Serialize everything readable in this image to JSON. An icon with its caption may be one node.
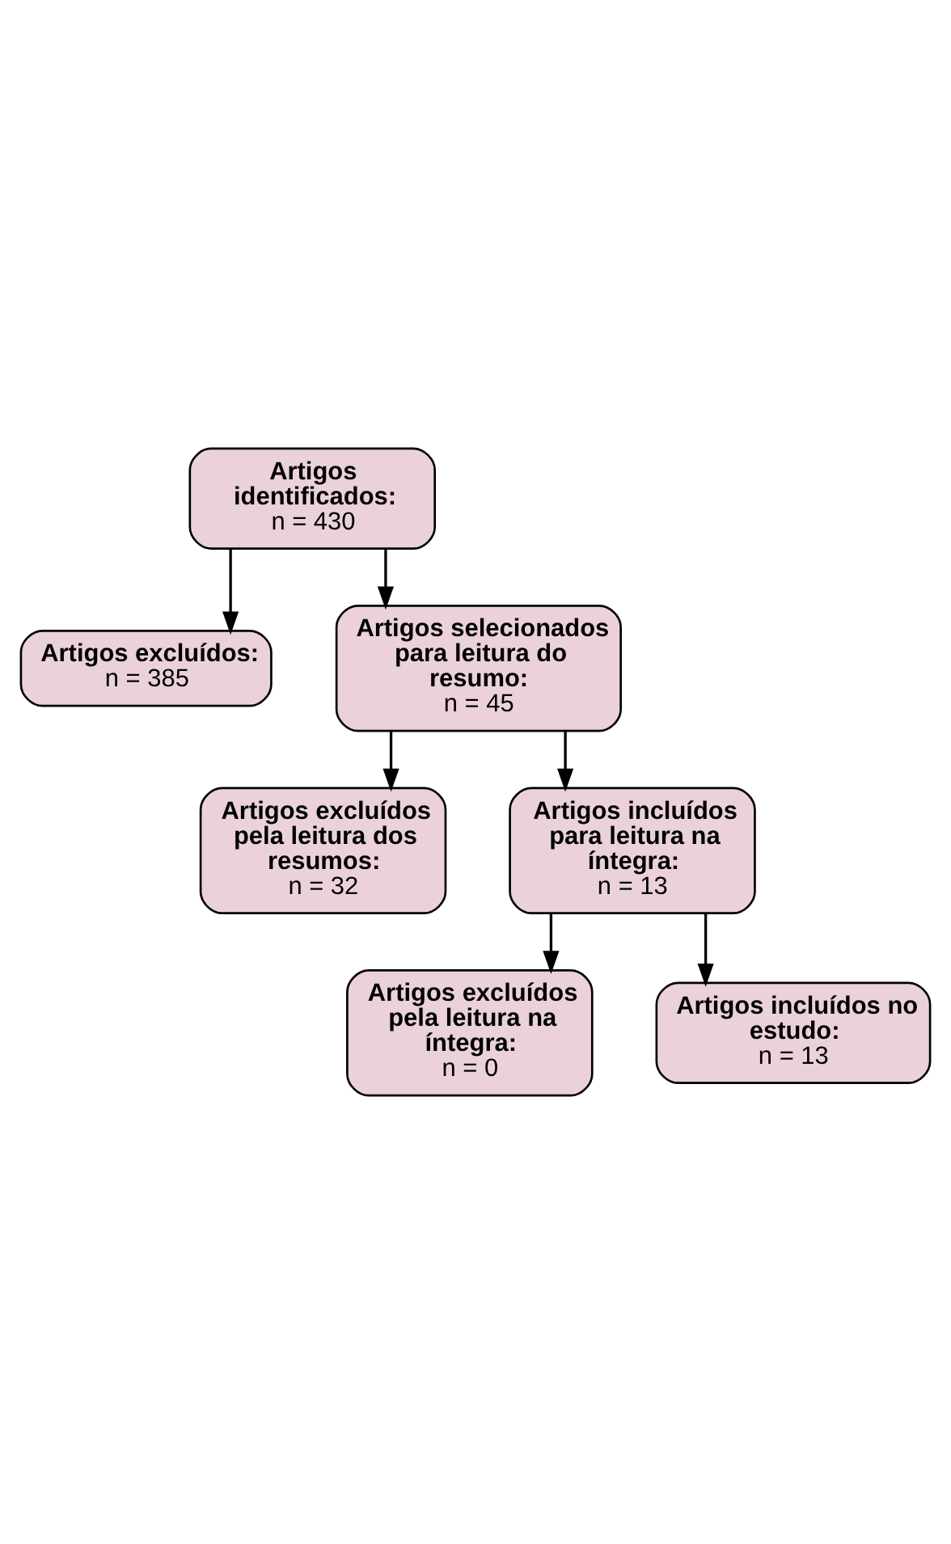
{
  "diagram": {
    "nodes": [
      {
        "text": [
          "Artigos identificados:",
          "n = 430"
        ]
      },
      {
        "text": [
          "Artigos excluídos:",
          "n = 385"
        ]
      },
      {
        "text": [
          "Artigos selecionados para leitura do resumo:",
          "n = 45"
        ]
      },
      {
        "text": [
          "Artigos excluídos pela leitura dos resumos:",
          "n = 32"
        ]
      },
      {
        "text": [
          "Artigos incluídos para leitura na íntegra:",
          "n = 13"
        ]
      },
      {
        "text": [
          "Artigos excluídos pela leitura na íntegra:",
          "n = 0"
        ]
      },
      {
        "text": [
          "Artigos incluídos no estudo:",
          "n = 13"
        ]
      }
    ],
    "edges": [
      {
        "from": 0,
        "to": 2,
        "arrow": "to"
      },
      {
        "from": 0,
        "to": 1,
        "arrow": "to"
      },
      {
        "from": 2,
        "to": 4,
        "arrow": "to"
      },
      {
        "from": 2,
        "to": 3,
        "arrow": "to"
      },
      {
        "from": 4,
        "to": 6,
        "arrow": "to"
      },
      {
        "from": 4,
        "to": 5,
        "arrow": "to"
      }
    ]
  }
}
